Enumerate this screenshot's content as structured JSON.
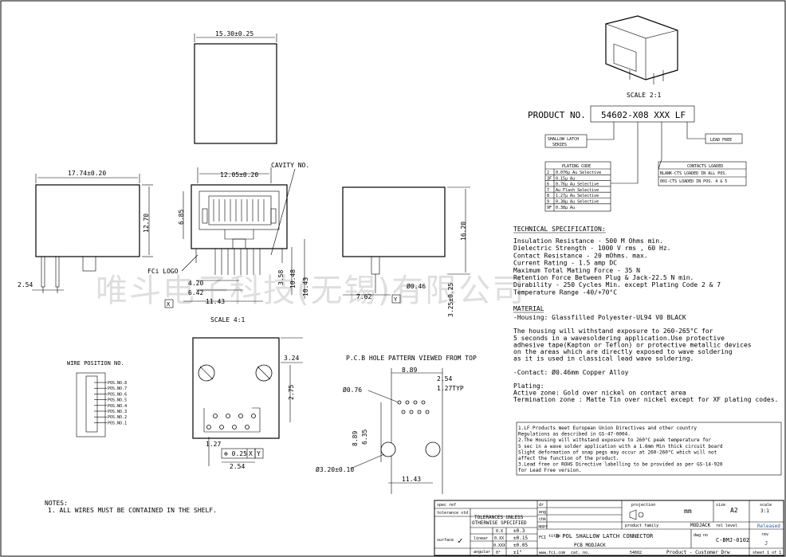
{
  "dims": {
    "top_width": "15.30±0.25",
    "front_width": "17.74±0.20",
    "height_1270": "12.70",
    "pin_254_left": "2.54",
    "mid_width": "12.05±0.20",
    "cavity": "CAVITY NO.",
    "d685": "6.85",
    "d358": "3.58",
    "d1048": "10.48",
    "d1043": "10.43",
    "d420": "4.20",
    "d642": "6.42",
    "d1143": "11.43",
    "fci_logo": "FCi LOGO",
    "x_label": "X",
    "scale_41": "SCALE 4:1",
    "side_height": "16.20",
    "d762": "7.62",
    "d046": "Ø0.46",
    "d325": "3.25±0.25",
    "y_label": "Y",
    "d324": "3.24",
    "d275": "2.75",
    "d127": "1.27",
    "d254_bottom": "2.54",
    "tol_pos": "⊕ 0.25",
    "tol_x": "X",
    "tol_y": "Y",
    "pcb_889": "8.89",
    "pcb_254": "2.54",
    "pcb_127": "1.27TYP",
    "pcb_076": "Ø0.76",
    "pcb_889v": "8.89",
    "pcb_635": "6.35",
    "pcb_320": "Ø3.20±0.10",
    "pcb_1143": "11.43"
  },
  "scale_top": "SCALE 2:1",
  "product": {
    "label": "PRODUCT NO.",
    "number": "54602-X08 XXX LF",
    "shallow": [
      "SHALLOW LATCH",
      "SERIES"
    ],
    "lead_free": "LEAD FREE",
    "plating_title": "PLATING CODE",
    "plating_rows": [
      [
        "2",
        "0.076μ Au Selective"
      ],
      [
        "3F",
        "0.15μ Au"
      ],
      [
        "6",
        "0.76μ Au Selective"
      ],
      [
        "7",
        "Au Flash Selective"
      ],
      [
        "8",
        "1.27μ Au Selective"
      ],
      [
        "9",
        "0.38μ Au Selective"
      ],
      [
        "9F",
        "0.38μ Au"
      ]
    ],
    "contacts_title": "CONTACTS LOADED",
    "contacts_rows": [
      "BLANK-CTS LOADED IN ALL POS.",
      "001-CTS LOADED IN POS. 4 & 5"
    ]
  },
  "spec": {
    "title": "TECHNICAL SPECIFICATION:",
    "lines": [
      "Insulation Resistance - 500 M Ohms min.",
      "Dielectric Strength - 1000 V rms , 60 Hz.",
      "Contact Resistance - 20 mOhms. max.",
      "Current Rating - 1.5 amp DC",
      "Maximum Total Mating Force - 35 N",
      "Retention Force Between Plug & Jack-22.5 N min.",
      "Durability - 250 Cycles Min. except Plating Code 2 & 7",
      "Temperature Range  -40/+70°C"
    ],
    "material_title": "MATERIAL",
    "material_lines": [
      "-Housing: Glassfilled Polyester-UL94 V0 BLACK",
      "",
      " The housing will withstand exposure to 260-265°C for",
      " 5 seconds in a wavesoldering application.Use protective",
      " adhesive tape(Kapton or Teflon) or protective metallic devices",
      " on the areas which are directly exposed to wave soldering",
      " as it is used in classical lead wave soldering.",
      "",
      "-Contact: Ø0.46mm Copper Alloy",
      "",
      " Plating:",
      " Active zone:  Gold over nickel on contact area",
      " Termination zone : Matte Tin over nickel except for XF plating codes."
    ]
  },
  "notes_box": [
    "1.LF Products meet European Union Directives and other country",
    "  Regulations as described in GS-47-0004.",
    "2.The Housing will withstand exposure to 260°C peak temperature for",
    "  5 sec in a wave solder application with a 1.6mm Min thick circuit board",
    "  Slight deformation of snap pegs may occur at 260-260°C which will not",
    "  affect the function of the product.",
    "3.Lead free or ROHS Directive labelling to be provided as per GS-14-920",
    "  for Lead Free version."
  ],
  "wire": {
    "title": "WIRE POSITION NO.",
    "positions": [
      "POS.NO.8",
      "POS.NO.7",
      "POS.NO.6",
      "POS.NO.5",
      "POS.NO.4",
      "POS.NO.3",
      "POS.NO.2",
      "POS.NO.1"
    ]
  },
  "pcb_title": "P.C.B HOLE PATTERN VIEWED FROM TOP",
  "notes": {
    "title": "NOTES:",
    "line1": "1. ALL WIRES MUST BE CONTAINED IN THE SHELF."
  },
  "watermark": "唯斗电子科技(无锡)有限公司",
  "title_block": {
    "spec_ref": "spec ref",
    "tol_std": "tolerance std",
    "tol_text": [
      "TOLERANCES UNLESS",
      "OTHERWISE SPECIFIED"
    ],
    "surface": "surface",
    "linear": "linear",
    "angular": "angular",
    "tol_rows": [
      [
        "0.X",
        "±0.3"
      ],
      [
        "0.XX",
        "±0.15"
      ],
      [
        "0.XXX",
        "±0.05"
      ],
      [
        "0°",
        "±1°"
      ]
    ],
    "dr": "dr",
    "eng": "eng",
    "chk": "chk",
    "appr": "appr",
    "projection": "projection",
    "unit": "mm",
    "size": "size",
    "size_val": "A2",
    "scale": "scale",
    "scale_val": "3:1",
    "title_l": "title",
    "title1": "8 POL SHALLOW LATCH CONNECTOR",
    "title2": "PCB MODJACK",
    "product_family": "product family",
    "family_val": "MODJACK",
    "rel_level": "rel level",
    "released": "Released",
    "dwg_no": "dwg no",
    "dwg_val": "C-BMJ-0102",
    "rev": "rev",
    "rev_val": "J",
    "cat_no": "cat. no.",
    "cat_val": "54602",
    "doc_type": "Product - Customer Drw",
    "sheet": "sheet 1 of 1",
    "website": "www.fci.com",
    "logo": "FCI"
  },
  "colors": {
    "line": "#000000",
    "released": "#1f5fb0"
  }
}
